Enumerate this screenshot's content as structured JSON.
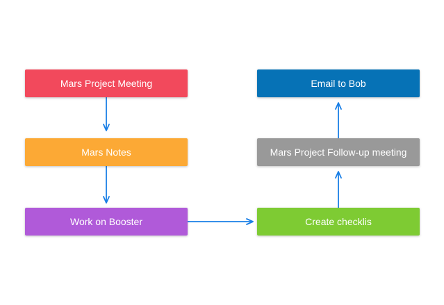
{
  "nodes": {
    "mars_project_meeting": {
      "label": "Mars Project Meeting",
      "color": "#f2495c"
    },
    "mars_notes": {
      "label": "Mars Notes",
      "color": "#fca935"
    },
    "work_on_booster": {
      "label": "Work on Booster",
      "color": "#b05ad9"
    },
    "create_checklis": {
      "label": "Create checklis",
      "color": "#7ecb33"
    },
    "mars_project_followup": {
      "label": "Mars Project Follow-up meeting",
      "color": "#999999"
    },
    "email_to_bob": {
      "label": "Email to Bob",
      "color": "#0672b6"
    }
  },
  "connector_color": "#1a7fe6",
  "flow": [
    [
      "mars_project_meeting",
      "mars_notes"
    ],
    [
      "mars_notes",
      "work_on_booster"
    ],
    [
      "work_on_booster",
      "create_checklis"
    ],
    [
      "create_checklis",
      "mars_project_followup"
    ],
    [
      "mars_project_followup",
      "email_to_bob"
    ]
  ]
}
